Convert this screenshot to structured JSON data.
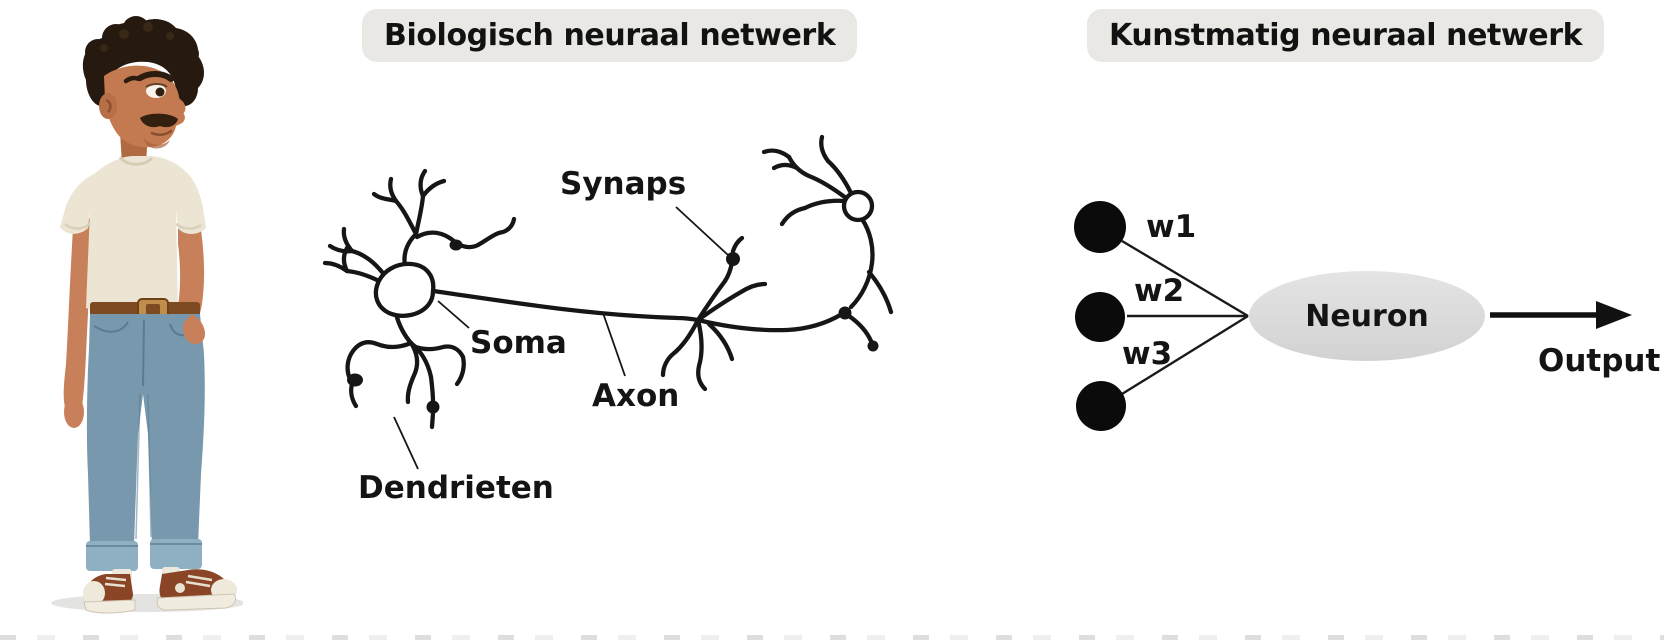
{
  "titles": {
    "biological": "Biologisch neuraal netwerk",
    "artificial": "Kunstmatig neuraal netwerk"
  },
  "biological_diagram": {
    "labels": {
      "synapse": "Synaps",
      "soma": "Soma",
      "axon": "Axon",
      "dendrites": "Dendrieten"
    }
  },
  "artificial_diagram": {
    "inputs_count": 3,
    "weights": [
      "w1",
      "w2",
      "w3"
    ],
    "neuron_label": "Neuron",
    "output_label": "Output"
  },
  "colors": {
    "background": "#ffffff",
    "title_pill_background": "#e9e8e5",
    "ink": "#161616",
    "neuron_ellipse_fill": "#d9d9d9"
  }
}
